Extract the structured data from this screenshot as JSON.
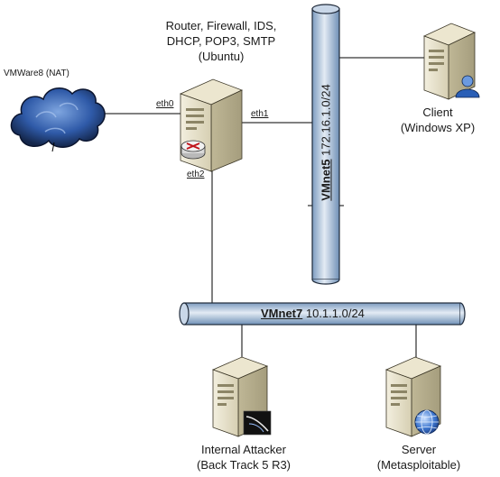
{
  "cloud": {
    "label": "VMWare8 (NAT)"
  },
  "router": {
    "lines": [
      "Router, Firewall, IDS,",
      "DHCP, POP3, SMTP",
      "(Ubuntu)"
    ],
    "interfaces": {
      "eth0": "eth0",
      "eth1": "eth1",
      "eth2": "eth2"
    }
  },
  "networks": {
    "vmnet5": {
      "name": "VMnet5",
      "subnet": "172.16.1.0/24"
    },
    "vmnet7": {
      "name": "VMnet7",
      "subnet": "10.1.1.0/24"
    }
  },
  "hosts": {
    "client": {
      "lines": [
        "Client",
        "(Windows XP)"
      ]
    },
    "attacker": {
      "lines": [
        "Internal Attacker",
        "(Back Track 5 R3)"
      ]
    },
    "server": {
      "lines": [
        "Server",
        "(Metasploitable)"
      ]
    }
  },
  "colors": {
    "bus_light": "#dfe8f2",
    "bus_dark": "#7d9cc0",
    "bus_stroke": "#1f2a3a",
    "server_body": "#e6e0c8",
    "cloud_blue": "#3a66b5"
  }
}
